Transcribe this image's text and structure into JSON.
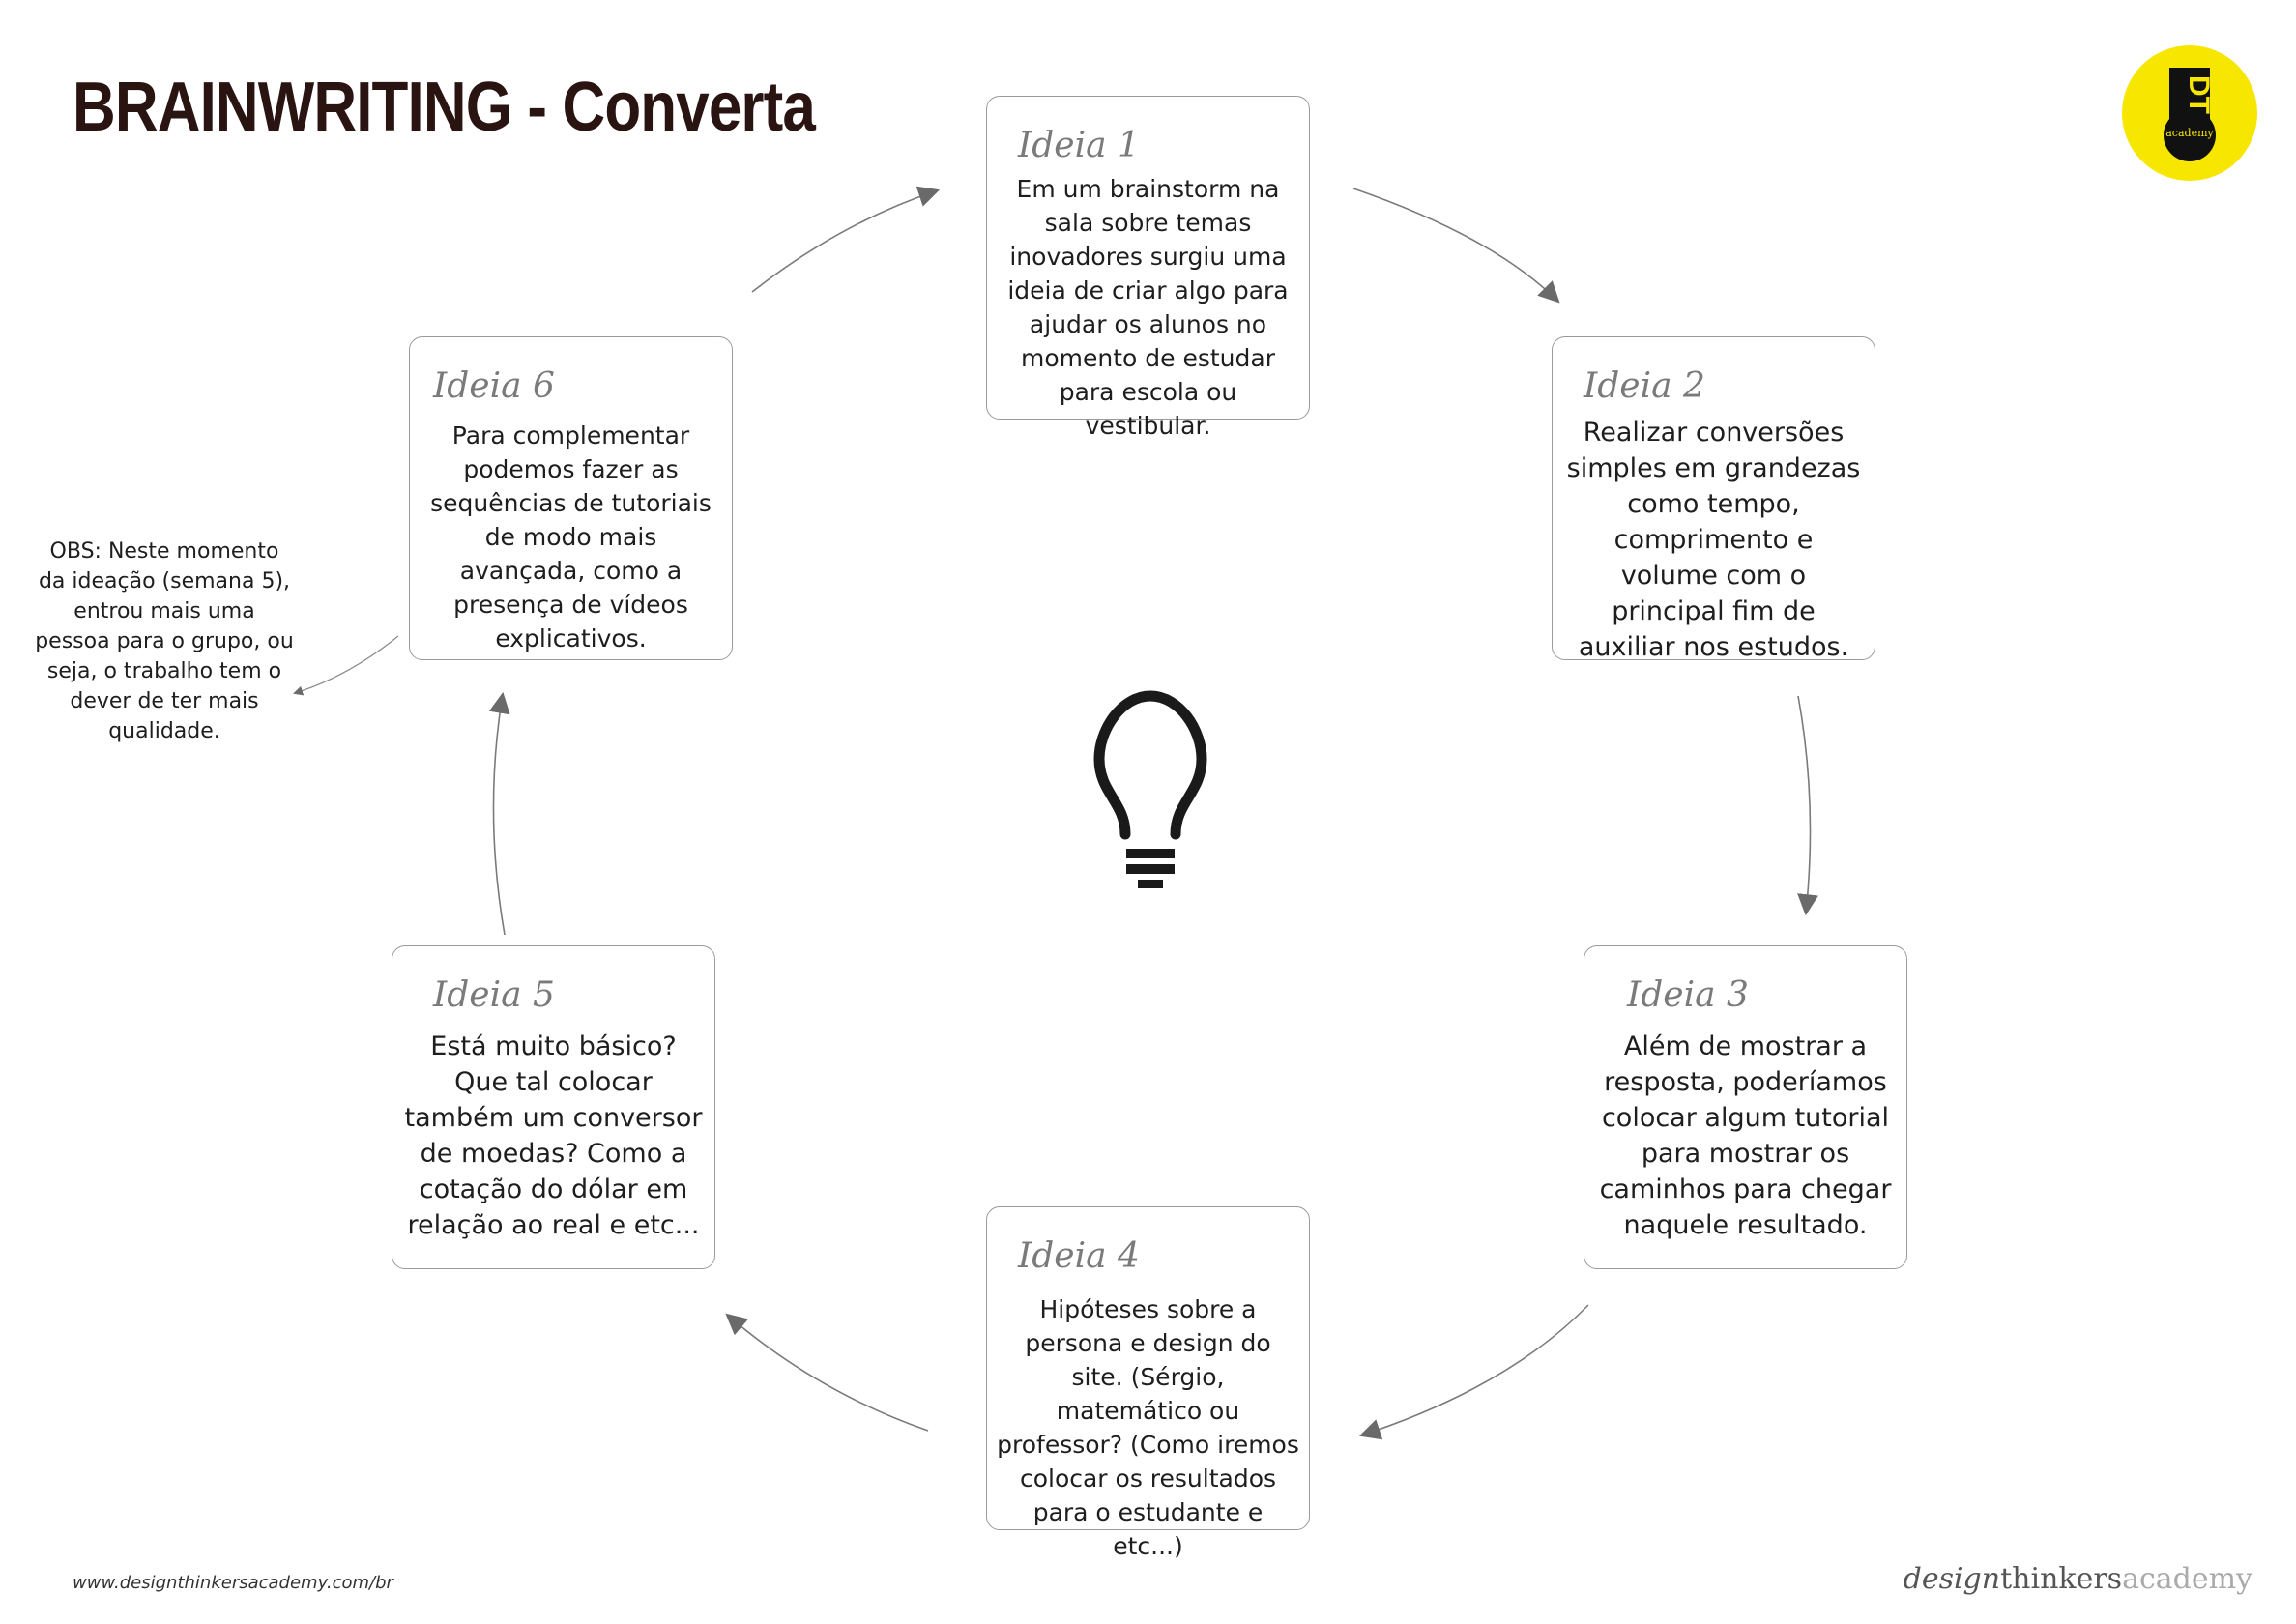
{
  "title": "BRAINWRITING - Converta",
  "logo": {
    "letters": "DT",
    "caption": "academy",
    "color": "#f7e600"
  },
  "cards": [
    {
      "label": "Ideia 1",
      "text": "Em um brainstorm na sala sobre temas inovadores surgiu uma ideia de criar algo para ajudar os alunos no momento de estudar para escola ou vestibular."
    },
    {
      "label": "Ideia 2",
      "text": "Realizar conversões simples em grandezas como tempo, comprimento e volume com o principal fim de auxiliar nos estudos."
    },
    {
      "label": "Ideia 3",
      "text": "Além de mostrar a resposta, poderíamos colocar algum tutorial para mostrar os caminhos para chegar naquele resultado."
    },
    {
      "label": "Ideia 4",
      "text": "Hipóteses sobre a persona e design do site. (Sérgio, matemático ou professor? (Como iremos colocar os resultados para o estudante e etc...)"
    },
    {
      "label": "Ideia 5",
      "text": "Está muito básico? Que tal colocar também um conversor de moedas? Como a cotação do dólar em relação ao real e etc..."
    },
    {
      "label": "Ideia 6",
      "text": "Para complementar podemos fazer as sequências de tutoriais de modo mais avançada, como a presença de vídeos explicativos."
    }
  ],
  "obs": "OBS: Neste momento da ideação (semana 5), entrou mais uma pessoa para o grupo, ou seja, o trabalho tem o dever de ter mais qualidade.",
  "footer": {
    "url": "www.designthinkersacademy.com/br",
    "brand_part1": "design",
    "brand_part2": "thinkers",
    "brand_part3": "academy"
  },
  "icons": {
    "center": "lightbulb-icon"
  }
}
